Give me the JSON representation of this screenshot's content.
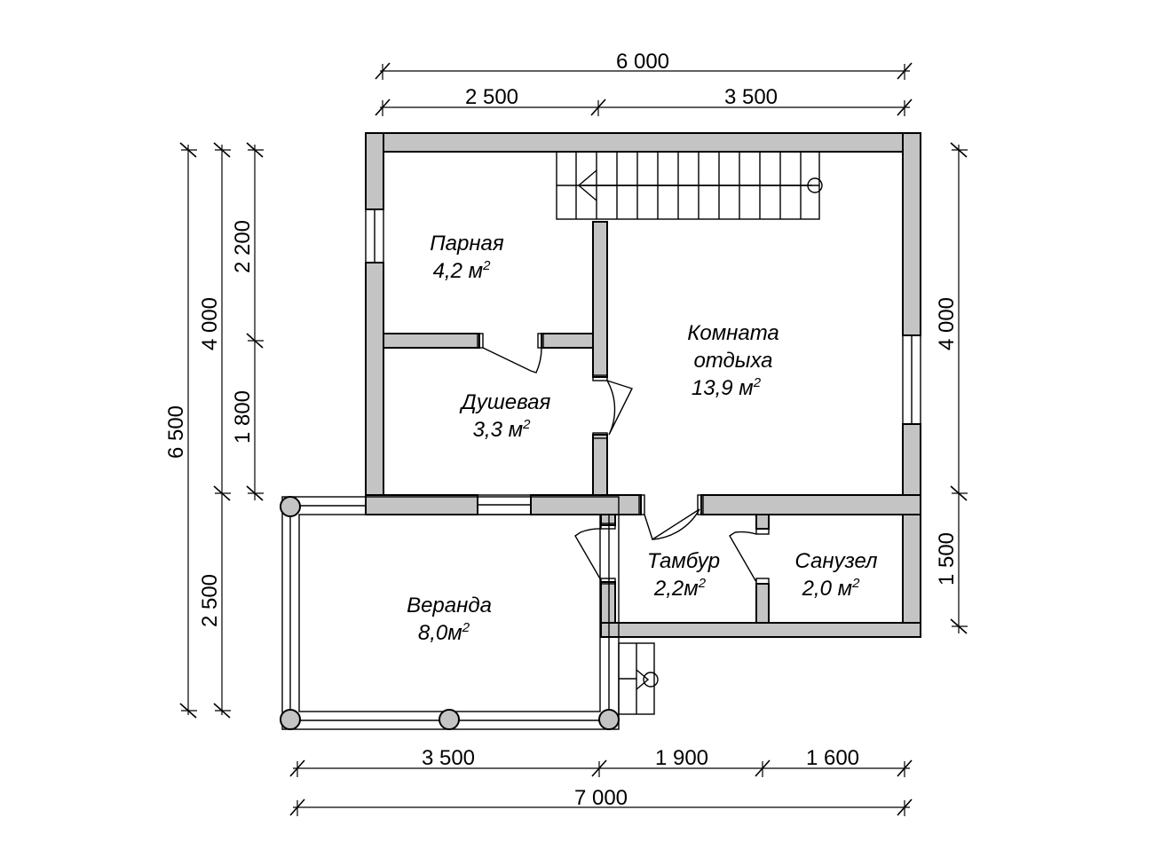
{
  "dimensions": {
    "top_total": "6 000",
    "top_left": "2 500",
    "top_right": "3 500",
    "left_total": "6 500",
    "left_upper": "4 000",
    "left_lower": "2 500",
    "left_inner_top": "2 200",
    "left_inner_bottom": "1 800",
    "right_upper": "4 000",
    "right_lower": "1 500",
    "bottom_left": "3 500",
    "bottom_mid": "1 900",
    "bottom_right": "1 600",
    "bottom_total": "7 000"
  },
  "rooms": {
    "parnaya": {
      "name": "Парная",
      "area": "4,2 м",
      "sup": "2"
    },
    "dushevaya": {
      "name": "Душевая",
      "area": "3,3 м",
      "sup": "2"
    },
    "komnata": {
      "name1": "Комната",
      "name2": "отдыха",
      "area": "13,9 м",
      "sup": "2"
    },
    "tambur": {
      "name": "Тамбур",
      "area": "2,2м",
      "sup": "2"
    },
    "sanuzel": {
      "name": "Санузел",
      "area": "2,0 м",
      "sup": "2"
    },
    "veranda": {
      "name": "Веранда",
      "area": "8,0м",
      "sup": "2"
    }
  }
}
